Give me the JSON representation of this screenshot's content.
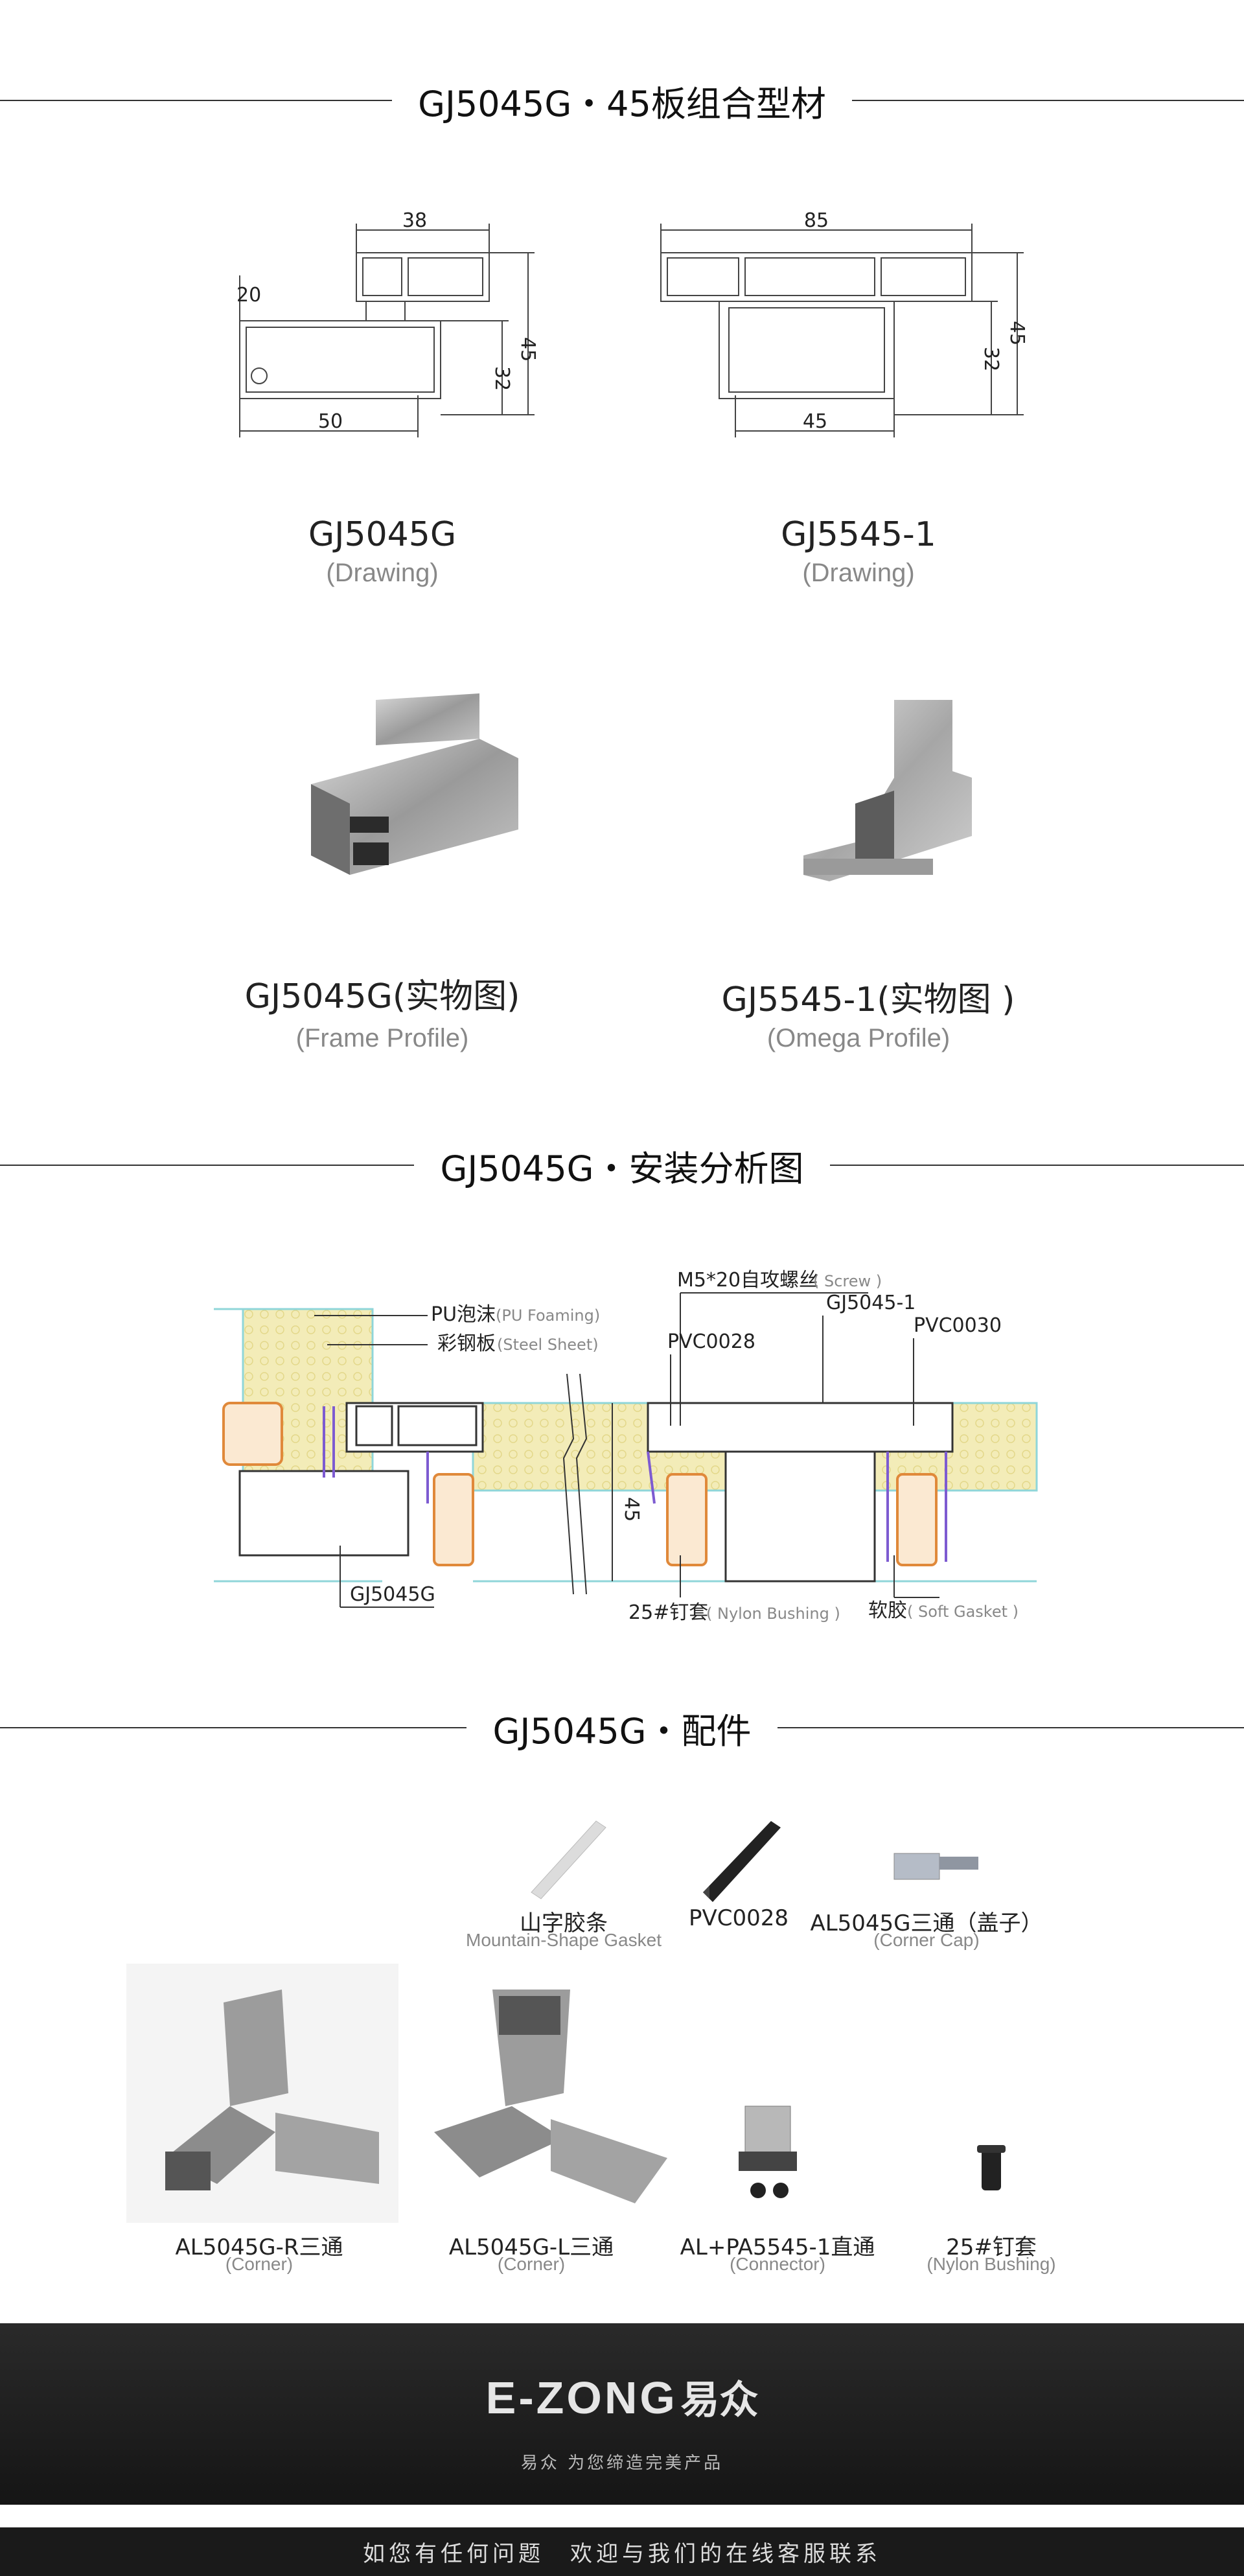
{
  "sections": {
    "profile": "GJ5045G・45板组合型材",
    "install": "GJ5045G・安装分析图",
    "accessories": "GJ5045G・配件"
  },
  "drawings": {
    "left": {
      "title": "GJ5045G",
      "sub": "(Drawing)",
      "dims": [
        "38",
        "20",
        "45",
        "32",
        "50"
      ]
    },
    "right": {
      "title": "GJ5545-1",
      "sub": "(Drawing)",
      "dims": [
        "85",
        "45",
        "32",
        "45"
      ]
    }
  },
  "photos": {
    "left": {
      "title": "GJ5045G(实物图)",
      "sub": "(Frame Profile)"
    },
    "right": {
      "title": "GJ5545-1(实物图 )",
      "sub": "(Omega Profile)"
    }
  },
  "install_labels": {
    "screw": "M5*20自攻螺丝",
    "screw_en": "( Screw )",
    "pu": "PU泡沫",
    "pu_en": "(PU Foaming)",
    "steel": "彩钢板",
    "steel_en": "(Steel Sheet)",
    "gj55": "GJ5045-1",
    "pvc28": "PVC0028",
    "pvc30": "PVC0030",
    "dim45": "45",
    "gj50": "GJ5045G",
    "bushing": "25#钉套",
    "bushing_en": "( Nylon Bushing )",
    "gasket": "软胶",
    "gasket_en": "( Soft Gasket )"
  },
  "accessories": [
    {
      "label": "山字胶条",
      "sub": "Mountain-Shape Gasket"
    },
    {
      "label": "PVC0028",
      "sub": ""
    },
    {
      "label": "AL5045G三通（盖子）",
      "sub": "(Corner Cap)"
    },
    {
      "label": "AL5045G-R三通",
      "sub": "(Corner)"
    },
    {
      "label": "AL5045G-L三通",
      "sub": "(Corner)"
    },
    {
      "label": "AL+PA5545-1直通",
      "sub": "(Connector)"
    },
    {
      "label": "25#钉套",
      "sub": "(Nylon Bushing)"
    }
  ],
  "footer": {
    "logo": "E-ZONG",
    "logo_cn": "易众",
    "slogan": "易众 为您缔造完美产品",
    "contact": "如您有任何问题　欢迎与我们的在线客服联系"
  },
  "colors": {
    "foam": "#f3ecb8",
    "panel": "#8fd6d9",
    "orange": "#e0893a",
    "purple": "#7d5bd1"
  }
}
